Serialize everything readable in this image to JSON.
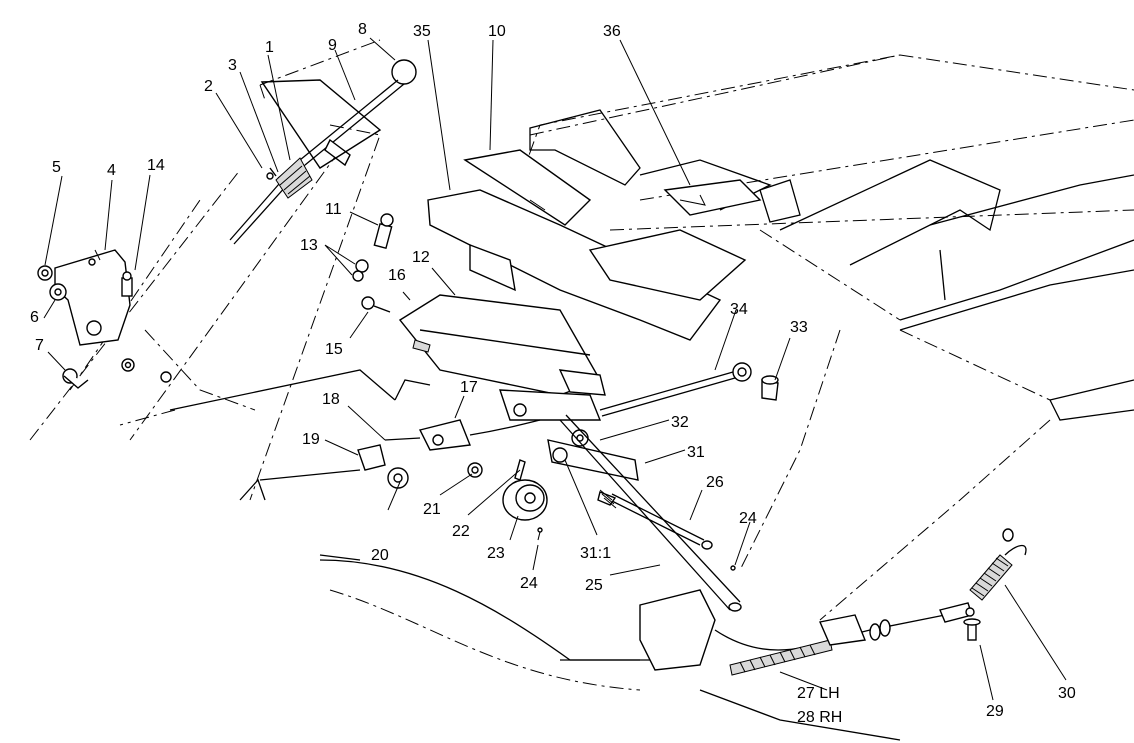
{
  "callouts": [
    {
      "id": "c1",
      "text": "1"
    },
    {
      "id": "c2",
      "text": "2"
    },
    {
      "id": "c3",
      "text": "3"
    },
    {
      "id": "c4",
      "text": "4"
    },
    {
      "id": "c5",
      "text": "5"
    },
    {
      "id": "c6",
      "text": "6"
    },
    {
      "id": "c7",
      "text": "7"
    },
    {
      "id": "c8",
      "text": "8"
    },
    {
      "id": "c9",
      "text": "9"
    },
    {
      "id": "c10",
      "text": "10"
    },
    {
      "id": "c11",
      "text": "11"
    },
    {
      "id": "c12",
      "text": "12"
    },
    {
      "id": "c13",
      "text": "13"
    },
    {
      "id": "c14",
      "text": "14"
    },
    {
      "id": "c15",
      "text": "15"
    },
    {
      "id": "c16",
      "text": "16"
    },
    {
      "id": "c17",
      "text": "17"
    },
    {
      "id": "c18",
      "text": "18"
    },
    {
      "id": "c19",
      "text": "19"
    },
    {
      "id": "c20",
      "text": "20"
    },
    {
      "id": "c21",
      "text": "21"
    },
    {
      "id": "c22",
      "text": "22"
    },
    {
      "id": "c23",
      "text": "23"
    },
    {
      "id": "c24a",
      "text": "24"
    },
    {
      "id": "c24b",
      "text": "24"
    },
    {
      "id": "c25",
      "text": "25"
    },
    {
      "id": "c26",
      "text": "26"
    },
    {
      "id": "c27",
      "text": "27 LH"
    },
    {
      "id": "c28",
      "text": "28 RH"
    },
    {
      "id": "c29",
      "text": "29"
    },
    {
      "id": "c30",
      "text": "30"
    },
    {
      "id": "c31",
      "text": "31"
    },
    {
      "id": "c311",
      "text": "31:1"
    },
    {
      "id": "c32",
      "text": "32"
    },
    {
      "id": "c33",
      "text": "33"
    },
    {
      "id": "c34",
      "text": "34"
    },
    {
      "id": "c35",
      "text": "35"
    },
    {
      "id": "c36",
      "text": "36"
    }
  ]
}
